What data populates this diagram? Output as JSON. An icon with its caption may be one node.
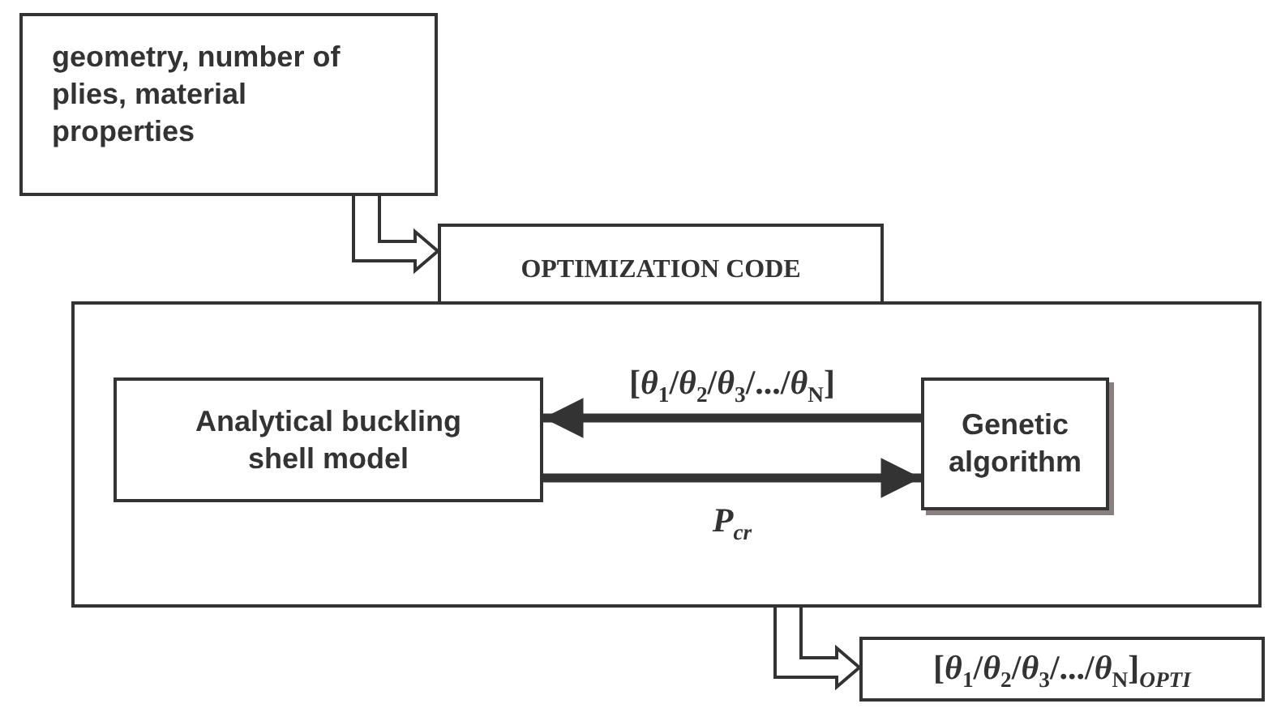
{
  "diagram": {
    "nodes": [
      {
        "text": [
          "geometry, number of plies, material properties"
        ]
      },
      {
        "text": [
          "OPTIMIZATION CODE"
        ]
      },
      {
        "text": [],
        "shape": "box"
      },
      {
        "text": [
          "Analytical buckling shell model"
        ],
        "in": 2
      },
      {
        "text": [
          "Genetic algorithm"
        ],
        "in": 2
      },
      {
        "text": [
          "[*θ*$_{1}$/*θ*$_{2}$/*θ*$_{3}$/.../*θ*$_{N}$]$_{OPTI}$"
        ]
      }
    ],
    "edges": [
      {
        "from": 0,
        "to": 1,
        "arrow": "to"
      },
      {
        "from": 4,
        "to": 3,
        "arrow": "to",
        "label": "[*θ*$_{1}$/*θ*$_{2}$/*θ*$_{3}$/.../*θ*$_{N}$]"
      },
      {
        "from": 3,
        "to": 4,
        "arrow": "to",
        "label": "*P*$_{cr}$"
      },
      {
        "from": 2,
        "to": 5,
        "arrow": "to"
      }
    ]
  }
}
